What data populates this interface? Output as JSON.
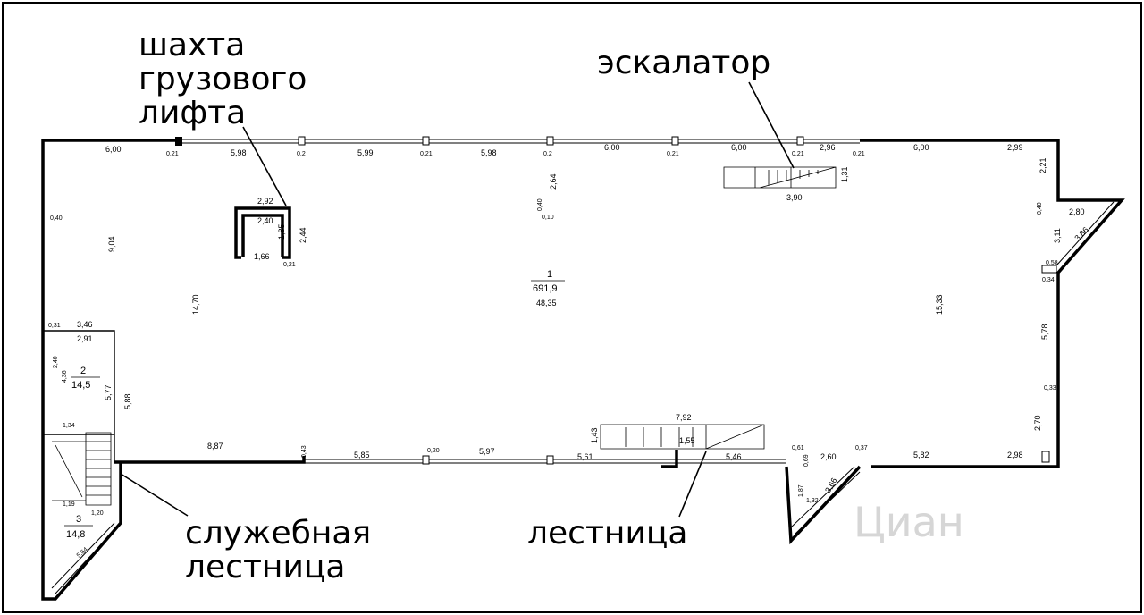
{
  "labels": {
    "freight_lift_1": "шахта",
    "freight_lift_2": "грузового",
    "freight_lift_3": "лифта",
    "escalator": "эскалатор",
    "service_stair_1": "служебная",
    "service_stair_2": "лестница",
    "stair": "лестница"
  },
  "rooms": {
    "r1_num": "1",
    "r1_area": "691,9",
    "r1_perim": "48,35",
    "r2_num": "2",
    "r2_area": "14,5",
    "r3_num": "3",
    "r3_area": "14,8"
  },
  "dims": {
    "top_1": "6,00",
    "top_2": "5,98",
    "top_3": "5,99",
    "top_4": "5,98",
    "top_5": "6,00",
    "top_6": "6,00",
    "top_7": "2,96",
    "top_8": "6,00",
    "top_9": "2,99",
    "col_a": "0,21",
    "col_b": "0,2",
    "col_c": "0,21",
    "col_d": "0,2",
    "col_e": "0,21",
    "col_f": "0,21",
    "col_g": "0,21",
    "lift_w": "2,92",
    "lift_inner": "2,40",
    "lift_h": "1,85",
    "lift_h2": "2,44",
    "lift_bottom": "1,66",
    "lift_wall": "0,21",
    "mid_264": "2,64",
    "mid_040": "0,40",
    "mid_010": "0,10",
    "left_904": "9,04",
    "left_1470": "14,70",
    "left_040": "0,40",
    "esc_131": "1,31",
    "esc_390": "3,90",
    "right_221": "2,21",
    "right_280": "2,80",
    "right_311": "3,11",
    "right_386": "3,86",
    "right_1533": "15,33",
    "right_578": "5,78",
    "right_270": "2,70",
    "right_040": "0,40",
    "right_058": "0,58",
    "right_034": "0,34",
    "right_033": "0,33",
    "r2_346": "3,46",
    "r2_291": "2,91",
    "r2_577": "5,77",
    "r2_588": "5,88",
    "r2_031": "0,31",
    "r2_240": "2,40",
    "r2_436": "4,36",
    "r3_134": "1,34",
    "r3_119": "1,19",
    "r3_120": "1,20",
    "r3_564": "5,64",
    "bot_887": "8,87",
    "bot_043": "0,43",
    "bot_585": "5,85",
    "bot_597": "5,97",
    "bot_561": "5,61",
    "bot_546": "5,46",
    "bot_020": "0,20",
    "st_792": "7,92",
    "st_143": "1,43",
    "st_155": "1,55",
    "bot_061": "0,61",
    "bot_069": "0,69",
    "bot_260": "2,60",
    "bot_037": "0,37",
    "bot_582": "5,82",
    "bot_298": "2,98",
    "bot_187": "1,87",
    "bot_366": "3,66",
    "bot_132": "1,32"
  },
  "watermark": "Циан"
}
